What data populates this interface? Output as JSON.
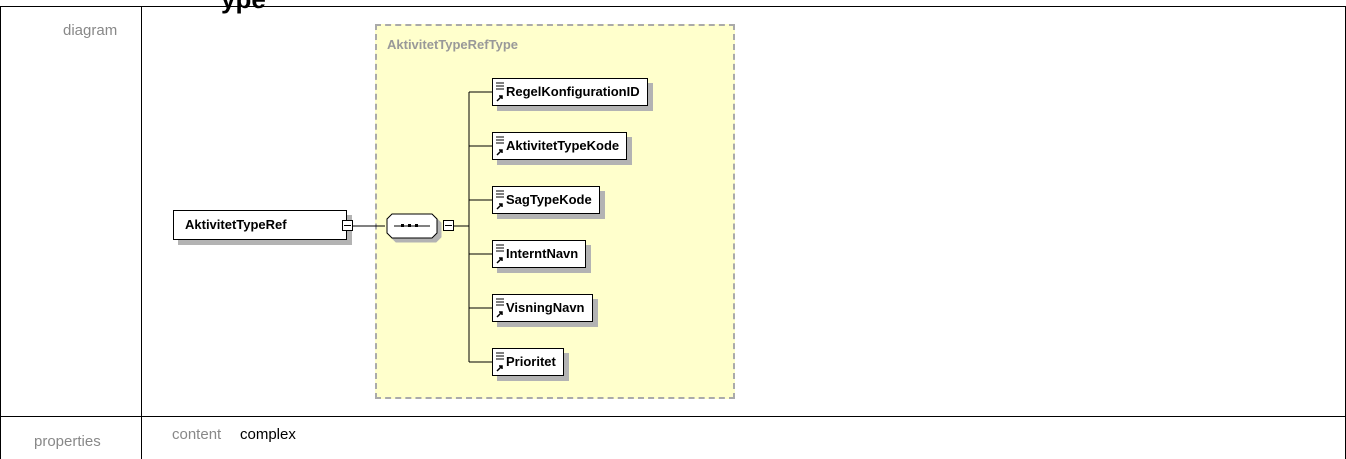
{
  "header": {
    "title": "ype"
  },
  "rows": {
    "diagram_label": "diagram",
    "properties_label": "properties"
  },
  "diagram": {
    "root_element": "AktivitetTypeRef",
    "complex_type": "AktivitetTypeRefType",
    "sequence_symbol": "sequence-compositor",
    "children": [
      "RegelKonfigurationID",
      "AktivitetTypeKode",
      "SagTypeKode",
      "InterntNavn",
      "VisningNavn",
      "Prioritet"
    ]
  },
  "properties": {
    "content_key": "content",
    "content_value": "complex"
  },
  "colors": {
    "type_box_fill": "#ffffcc",
    "type_box_border": "#aaaaaa",
    "label_gray": "#888888",
    "shadow": "#b3b3b3"
  }
}
